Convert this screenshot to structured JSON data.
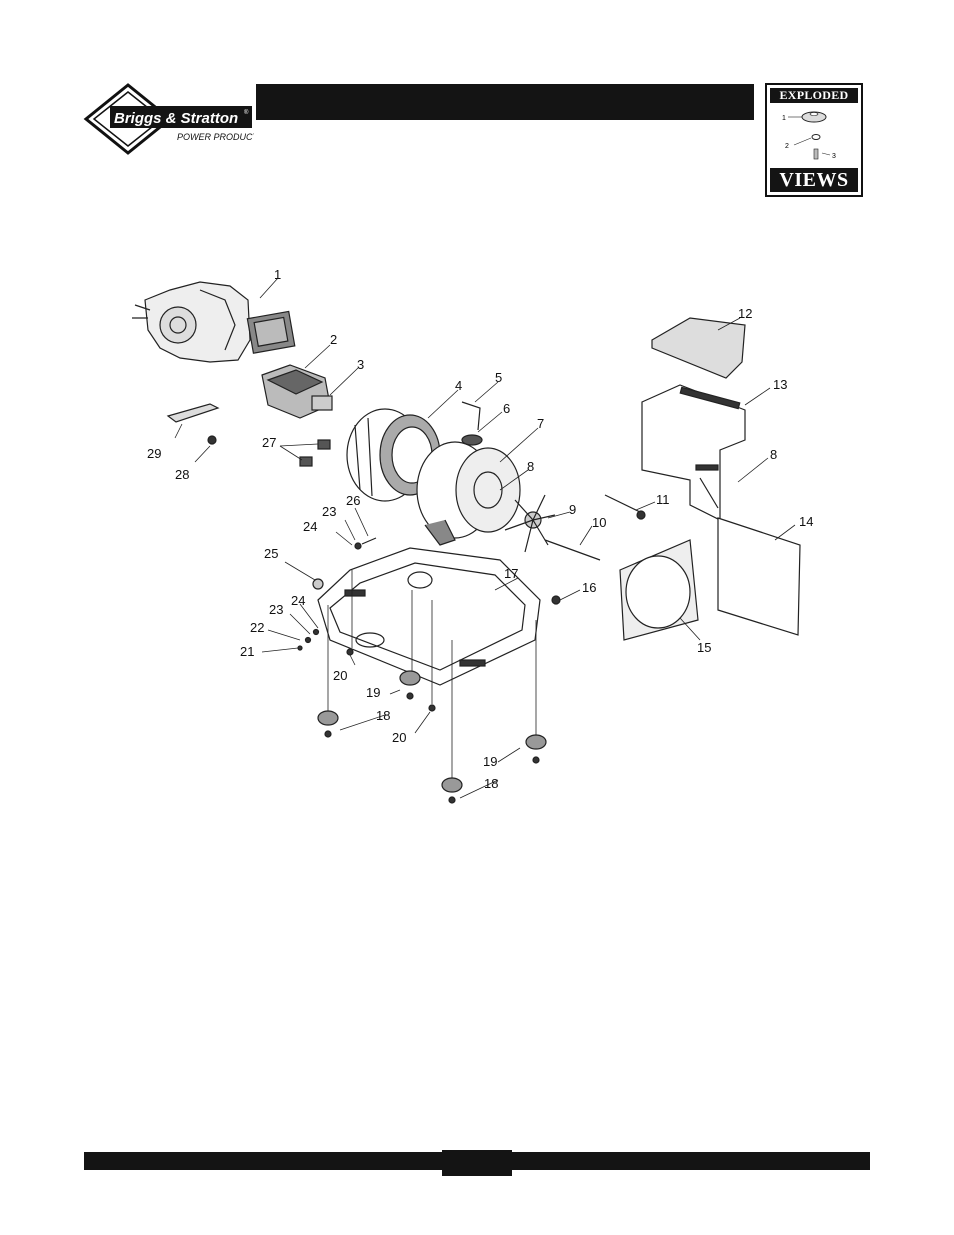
{
  "brand": {
    "name": "Briggs & Stratton",
    "trademark": "®",
    "subtitle": "POWER PRODUCTS"
  },
  "badge": {
    "top_label": "EXPLODED",
    "bottom_label": "VIEWS",
    "mini_callouts": [
      "1",
      "2",
      "3"
    ]
  },
  "callouts": {
    "c1": "1",
    "c2": "2",
    "c3": "3",
    "c4": "4",
    "c5": "5",
    "c6": "6",
    "c7": "7",
    "c8a": "8",
    "c8b": "8",
    "c9": "9",
    "c10": "10",
    "c11": "11",
    "c12": "12",
    "c13": "13",
    "c14": "14",
    "c15": "15",
    "c16": "16",
    "c17": "17",
    "c18a": "18",
    "c18b": "18",
    "c19a": "19",
    "c19b": "19",
    "c20a": "20",
    "c20b": "20",
    "c21": "21",
    "c22": "22",
    "c23a": "23",
    "c23b": "23",
    "c24a": "24",
    "c24b": "24",
    "c25": "25",
    "c26": "26",
    "c27": "27",
    "c28": "28",
    "c29": "29"
  }
}
